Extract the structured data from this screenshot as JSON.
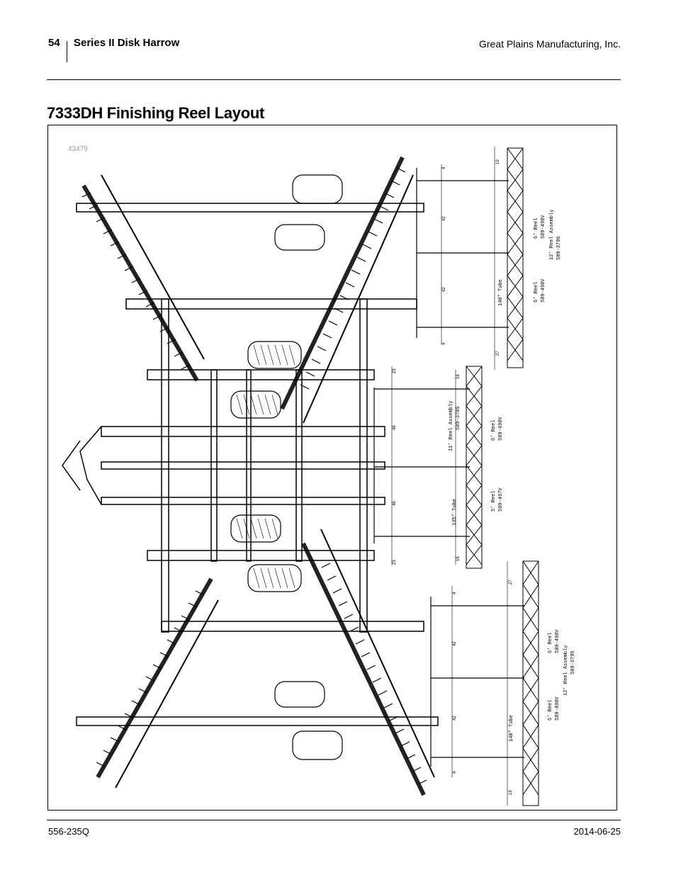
{
  "header": {
    "page_number": "54",
    "title": "Series II Disk Harrow",
    "company": "Great Plains Manufacturing, Inc."
  },
  "section": {
    "title": "7333DH Finishing Reel Layout"
  },
  "figure": {
    "id": "43479",
    "top_group": {
      "reel_a": "6' Reel",
      "part_a": "589-498V",
      "assembly": "12' Reel Assembly",
      "assembly_part": "589-379S",
      "reel_b": "6' Reel",
      "part_b": "589-498V",
      "tube": "148\" Tube",
      "dims": [
        "19",
        "4",
        "42",
        "42",
        "4",
        "27"
      ]
    },
    "middle_group": {
      "assembly": "11' Reel Assembly",
      "assembly_part": "589-378S",
      "reel_a": "6' Reel",
      "part_a": "589-498V",
      "reel_b": "5' Reel",
      "part_b": "589-497V",
      "tube": "135\" Tube",
      "dims": [
        "16",
        "23",
        "46",
        "46",
        "23",
        "16"
      ]
    },
    "bottom_group": {
      "reel_a": "6' Reel",
      "part_a": "589-498V",
      "assembly": "12' Reel Assembly",
      "assembly_part": "589-379S",
      "reel_b": "6' Reel",
      "part_b": "589-498V",
      "tube": "148\" Tube",
      "dims": [
        "27",
        "4",
        "42",
        "42",
        "4",
        "19"
      ]
    }
  },
  "footer": {
    "doc_number": "556-235Q",
    "date": "2014-06-25"
  }
}
